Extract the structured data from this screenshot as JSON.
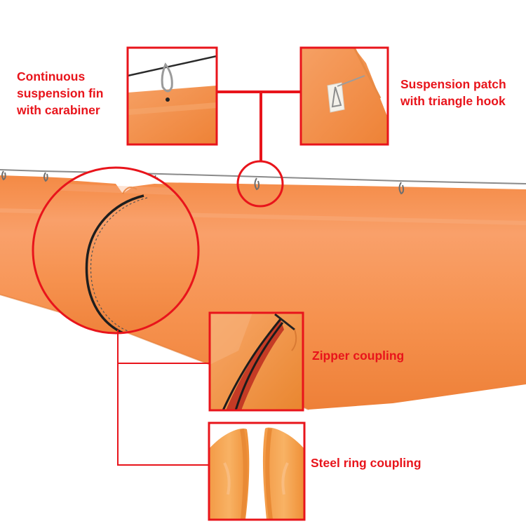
{
  "labels": {
    "suspension_fin": [
      "Continuous",
      "suspension fin",
      "with carabiner"
    ],
    "suspension_patch": [
      "Suspension patch",
      "with triangle hook"
    ],
    "zipper_coupling": "Zipper coupling",
    "steel_ring_coupling": "Steel ring coupling"
  },
  "colors": {
    "duct_orange": "#f8924f",
    "callout_red": "#e8141b",
    "zip_line": "#1e1e1e",
    "background": "#ffffff"
  }
}
